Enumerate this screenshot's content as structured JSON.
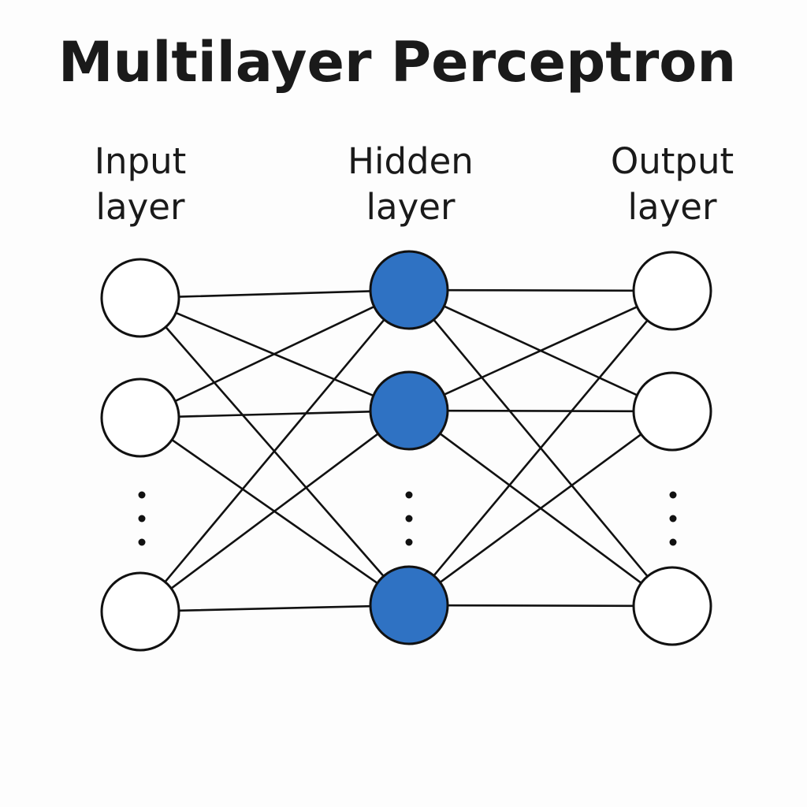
{
  "title": "Multilayer Perceptron",
  "layers": [
    {
      "id": "input",
      "label_line1": "Input",
      "label_line2": "layer",
      "node_fill": "#ffffff"
    },
    {
      "id": "hidden",
      "label_line1": "Hidden",
      "label_line2": "layer",
      "node_fill": "#2f72c3"
    },
    {
      "id": "output",
      "label_line1": "Output",
      "label_line2": "layer",
      "node_fill": "#ffffff"
    }
  ],
  "colors": {
    "stroke": "#111111",
    "hidden_fill": "#2f72c3",
    "background": "#fdfdfd"
  },
  "ellipsis": "⋮"
}
